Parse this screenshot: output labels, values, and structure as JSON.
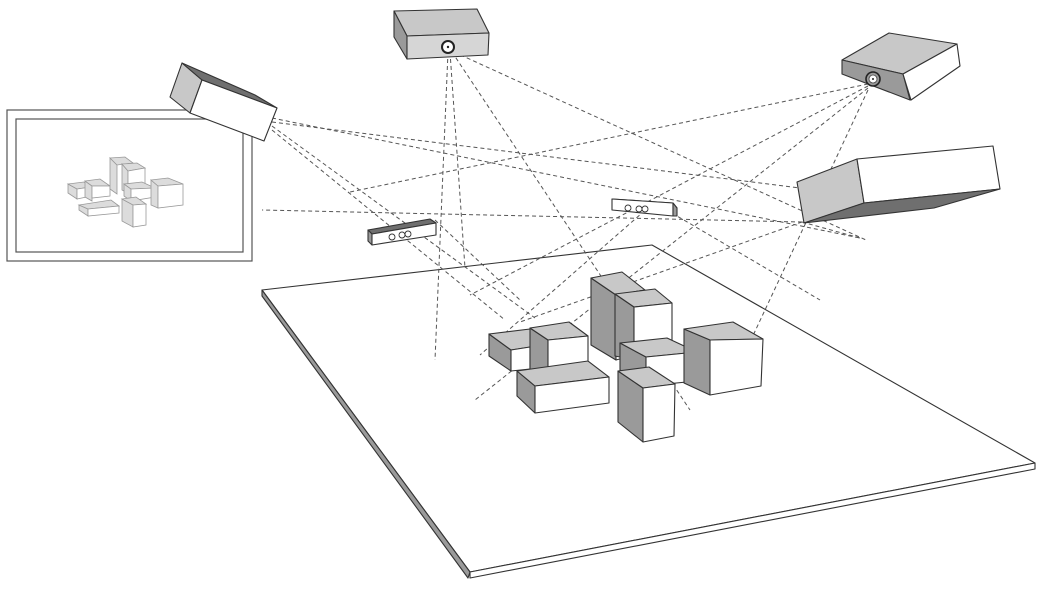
{
  "diagram": {
    "title": "Multi-projector and depth-camera setup projecting onto a tabletop block arrangement",
    "colors": {
      "background": "#ffffff",
      "edge": "#333333",
      "face_light": "#ffffff",
      "face_mid": "#c8c8c8",
      "face_dark": "#9a9a9a",
      "face_darkest": "#6f6f6f",
      "ray": "#555555"
    },
    "components": [
      {
        "id": "projector-top-center",
        "kind": "projector"
      },
      {
        "id": "projector-top-right",
        "kind": "projector"
      },
      {
        "id": "projector-top-left",
        "kind": "projector"
      },
      {
        "id": "projector-right",
        "kind": "projector"
      },
      {
        "id": "depth-camera-left",
        "kind": "depth-camera"
      },
      {
        "id": "depth-camera-center",
        "kind": "depth-camera"
      },
      {
        "id": "display-monitor",
        "kind": "monitor",
        "content": "rendered view of block arrangement"
      },
      {
        "id": "tabletop",
        "kind": "surface"
      },
      {
        "id": "block-arrangement",
        "kind": "objects",
        "count": 8
      }
    ],
    "legend": "dashed lines indicate projection / sensing rays"
  }
}
